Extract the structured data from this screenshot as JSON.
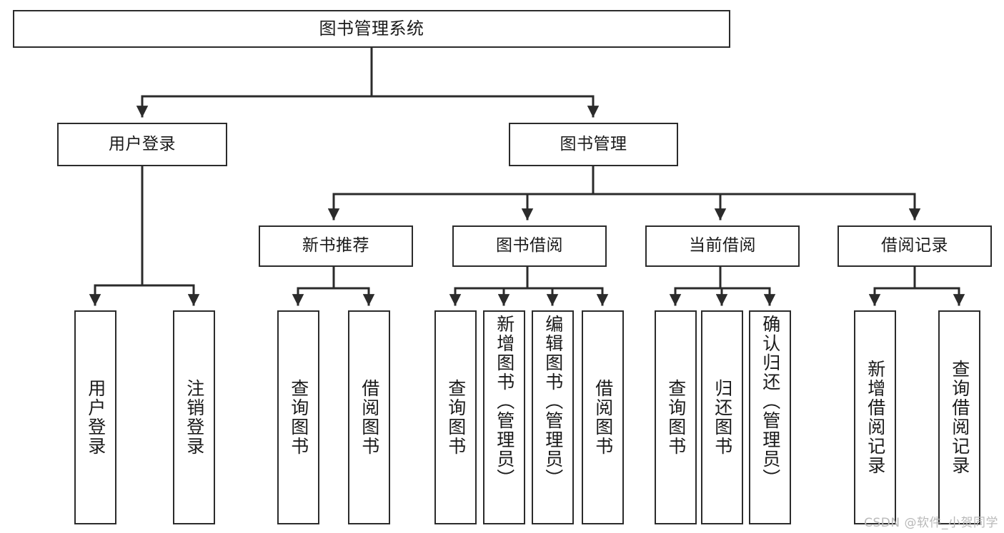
{
  "diagram": {
    "title": "图书管理系统",
    "type": "tree",
    "watermark": "CSDN @软件_小贺同学",
    "colors": {
      "box_border": "#2b2b2b",
      "box_fill": "#ffffff",
      "edge": "#2b2b2b",
      "text": "#1a1a1a",
      "watermark": "#b9b9b9",
      "background": "#ffffff"
    },
    "nodes": {
      "root": {
        "label": "图书管理系统"
      },
      "tier2": [
        {
          "label": "用户登录"
        },
        {
          "label": "图书管理"
        }
      ],
      "tier3": [
        {
          "label": "新书推荐"
        },
        {
          "label": "图书借阅"
        },
        {
          "label": "当前借阅"
        },
        {
          "label": "借阅记录"
        }
      ],
      "leaves": {
        "user_login": [
          {
            "label": "用户登录"
          },
          {
            "label": "注销登录"
          }
        ],
        "new_book_recommend": [
          {
            "label": "查询图书"
          },
          {
            "label": "借阅图书"
          }
        ],
        "book_borrow": [
          {
            "label": "查询图书"
          },
          {
            "label": "新增图书（管理员）"
          },
          {
            "label": "编辑图书（管理员）"
          },
          {
            "label": "借阅图书"
          }
        ],
        "current_borrow": [
          {
            "label": "查询图书"
          },
          {
            "label": "归还图书"
          },
          {
            "label": "确认归还（管理员）"
          }
        ],
        "borrow_record": [
          {
            "label": "新增借阅记录"
          },
          {
            "label": "查询借阅记录"
          }
        ]
      }
    }
  }
}
